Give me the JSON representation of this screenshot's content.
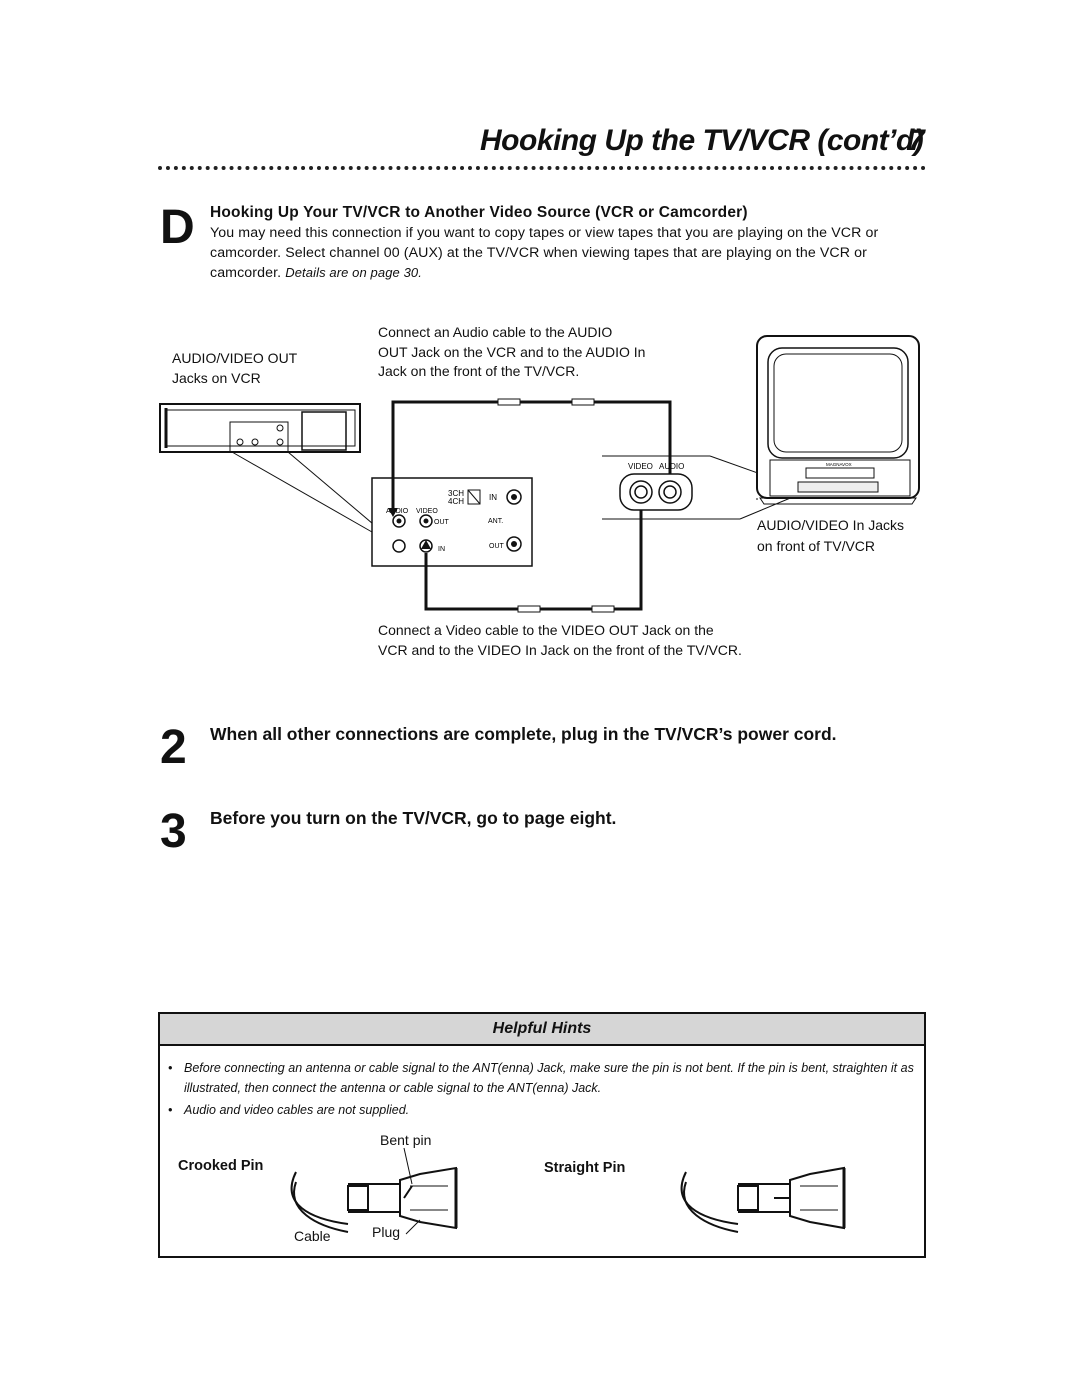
{
  "header": {
    "title": "Hooking Up the TV/VCR (cont’d)",
    "page_number": "7"
  },
  "section_d": {
    "letter": "D",
    "title": "Hooking Up Your TV/VCR to Another Video Source (VCR or Camcorder)",
    "body": "You may need this connection if you want to copy tapes or view tapes that you are playing on the VCR or camcorder. Select channel 00 (AUX) at the TV/VCR when viewing tapes that are playing on the VCR or camcorder.",
    "details_ref": "Details are on page 30."
  },
  "diagram": {
    "vcr_label_line1": "AUDIO/VIDEO OUT",
    "vcr_label_line2": "Jacks on VCR",
    "audio_note_line1": "Connect an Audio cable to the AUDIO",
    "audio_note_line2": "OUT Jack on the VCR and to the AUDIO In",
    "audio_note_line3": "Jack on the front of the TV/VCR.",
    "tv_label_line1": "AUDIO/VIDEO In Jacks",
    "tv_label_line2": "on front of TV/VCR",
    "video_note_line1": "Connect a Video cable to the VIDEO OUT Jack on the",
    "video_note_line2": "VCR and to the VIDEO In Jack on the front of the TV/VCR.",
    "panel": {
      "ch3": "3CH",
      "ch4": "4CH",
      "in": "IN",
      "audio": "AUDIO",
      "video": "VIDEO",
      "out": "OUT",
      "ant": "ANT.",
      "in2": "IN",
      "out2": "OUT"
    },
    "front_jacks": {
      "video": "VIDEO",
      "audio": "AUDIO"
    },
    "tv_brand": "MAGNAVOX"
  },
  "steps": [
    {
      "number": "2",
      "text": "When all other connections are complete, plug in the TV/VCR’s power cord."
    },
    {
      "number": "3",
      "text": "Before you turn on the TV/VCR, go to page eight."
    }
  ],
  "hints": {
    "heading": "Helpful Hints",
    "bullet": "•",
    "items": [
      "Before connecting an antenna or cable signal to the ANT(enna) Jack, make sure the pin is not bent. If the pin is bent, straighten it as illustrated, then connect the antenna or cable signal to the ANT(enna) Jack.",
      "Audio and video cables are not supplied."
    ],
    "figure": {
      "crooked_label": "Crooked Pin",
      "bent_pin_label": "Bent pin",
      "cable_label": "Cable",
      "plug_label": "Plug",
      "straight_label": "Straight Pin"
    }
  }
}
